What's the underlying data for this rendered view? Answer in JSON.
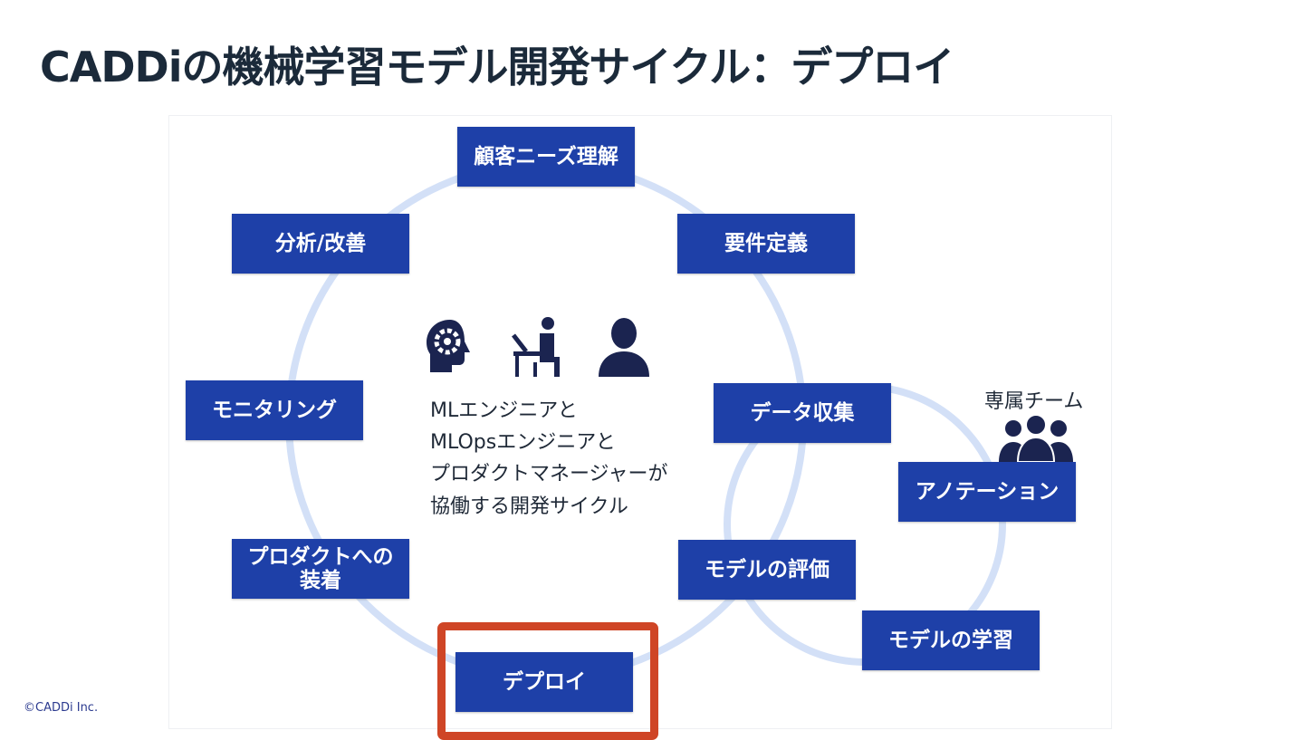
{
  "title": "CADDiの機械学習モデル開発サイクル：デプロイ",
  "main_cycle": {
    "steps": [
      "顧客ニーズ理解",
      "要件定義",
      "データ収集",
      "モデルの評価",
      "デプロイ",
      "プロダクトへの装着",
      "モニタリング",
      "分析/改善"
    ],
    "center_lines": [
      "MLエンジニアと",
      "MLOpsエンジニアと",
      "プロダクトマネージャーが",
      "協働する開発サイクル"
    ]
  },
  "sub_cycle": {
    "team_label": "専属チーム",
    "steps": [
      "アノテーション",
      "モデルの学習"
    ]
  },
  "highlighted_step": "デプロイ",
  "copyright": "©CADDi Inc.",
  "colors": {
    "box": "#1e40a8",
    "circle": "#d3e0f7",
    "highlight": "#cf4526",
    "icon": "#1b2450"
  },
  "icons": [
    "brain-gear-icon",
    "person-at-desk-icon",
    "person-icon",
    "team-icon"
  ]
}
